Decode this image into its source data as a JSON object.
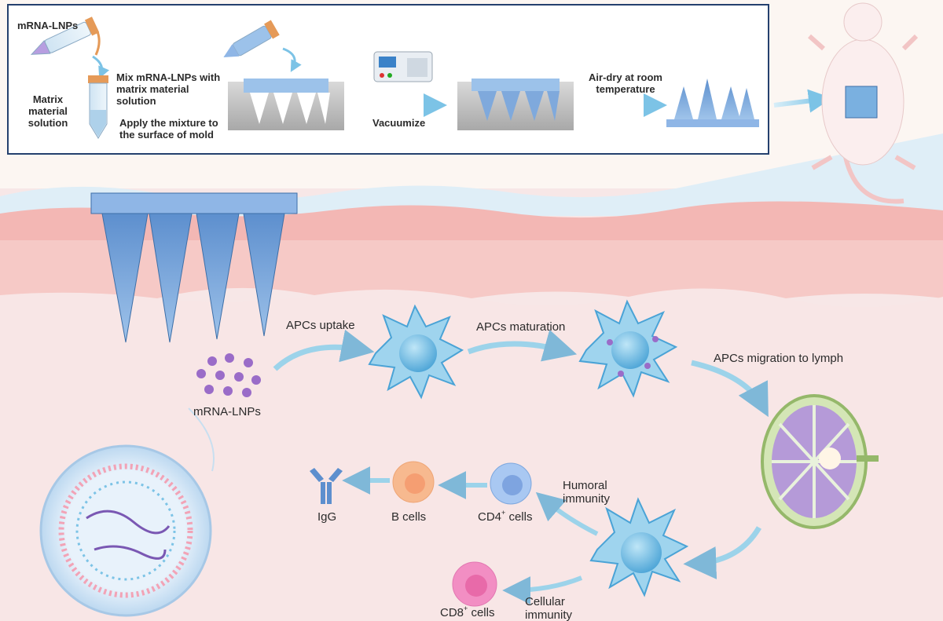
{
  "fabrication": {
    "mrna_lnps_tube_label": "mRNA-LNPs",
    "matrix_label": "Matrix material solution",
    "mix_label": "Mix mRNA-LNPs with matrix material solution",
    "apply_label": "Apply the mixture to the surface of mold",
    "vacuumize_label": "Vacuumize",
    "airdry_label": "Air-dry at room temperature"
  },
  "pathway": {
    "lnps_label": "mRNA-LNPs",
    "uptake_label": "APCs uptake",
    "maturation_label": "APCs maturation",
    "migration_label": "APCs migration to lymph",
    "humoral_label": "Humoral immunity",
    "cellular_label": "Cellular immunity",
    "cd4_label": "CD4",
    "cd4_sup": "+",
    "cd4_suffix": " cells",
    "bcells_label": "B cells",
    "igg_label": "IgG",
    "cd8_label": "CD8",
    "cd8_sup": "+",
    "cd8_suffix": " cells"
  },
  "colors": {
    "skin_top": "#f3b7b4",
    "skin_band": "#f6c9c6",
    "dermis": "#f8e6e6",
    "patch_blue": "#6f9fd6",
    "lnp_purple": "#9a6cc8",
    "apc_blue": "#7fc0e4",
    "arrow": "#9cd3ea",
    "b_cell": "#f7b98f",
    "cd4_cell": "#a9c8f2",
    "cd8_cell": "#f28ec3",
    "lymph_node": "#b59ad8"
  }
}
